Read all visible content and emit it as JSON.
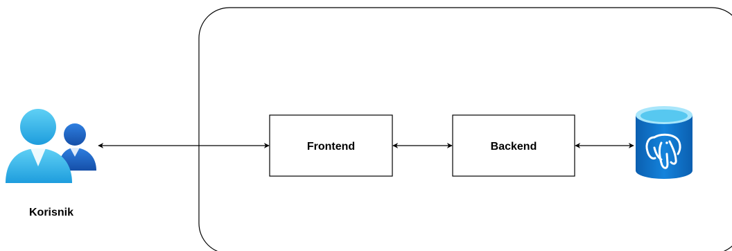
{
  "user": {
    "label": "Korisnik"
  },
  "nodes": {
    "frontend": {
      "label": "Frontend"
    },
    "backend": {
      "label": "Backend"
    }
  },
  "database": {
    "icon": "postgresql-database-icon"
  },
  "colors": {
    "stroke": "#000000",
    "user_primary": "#32b6e8",
    "user_secondary": "#1f67c9",
    "db_body": "#0e72c8",
    "db_top": "#57c8f0"
  }
}
